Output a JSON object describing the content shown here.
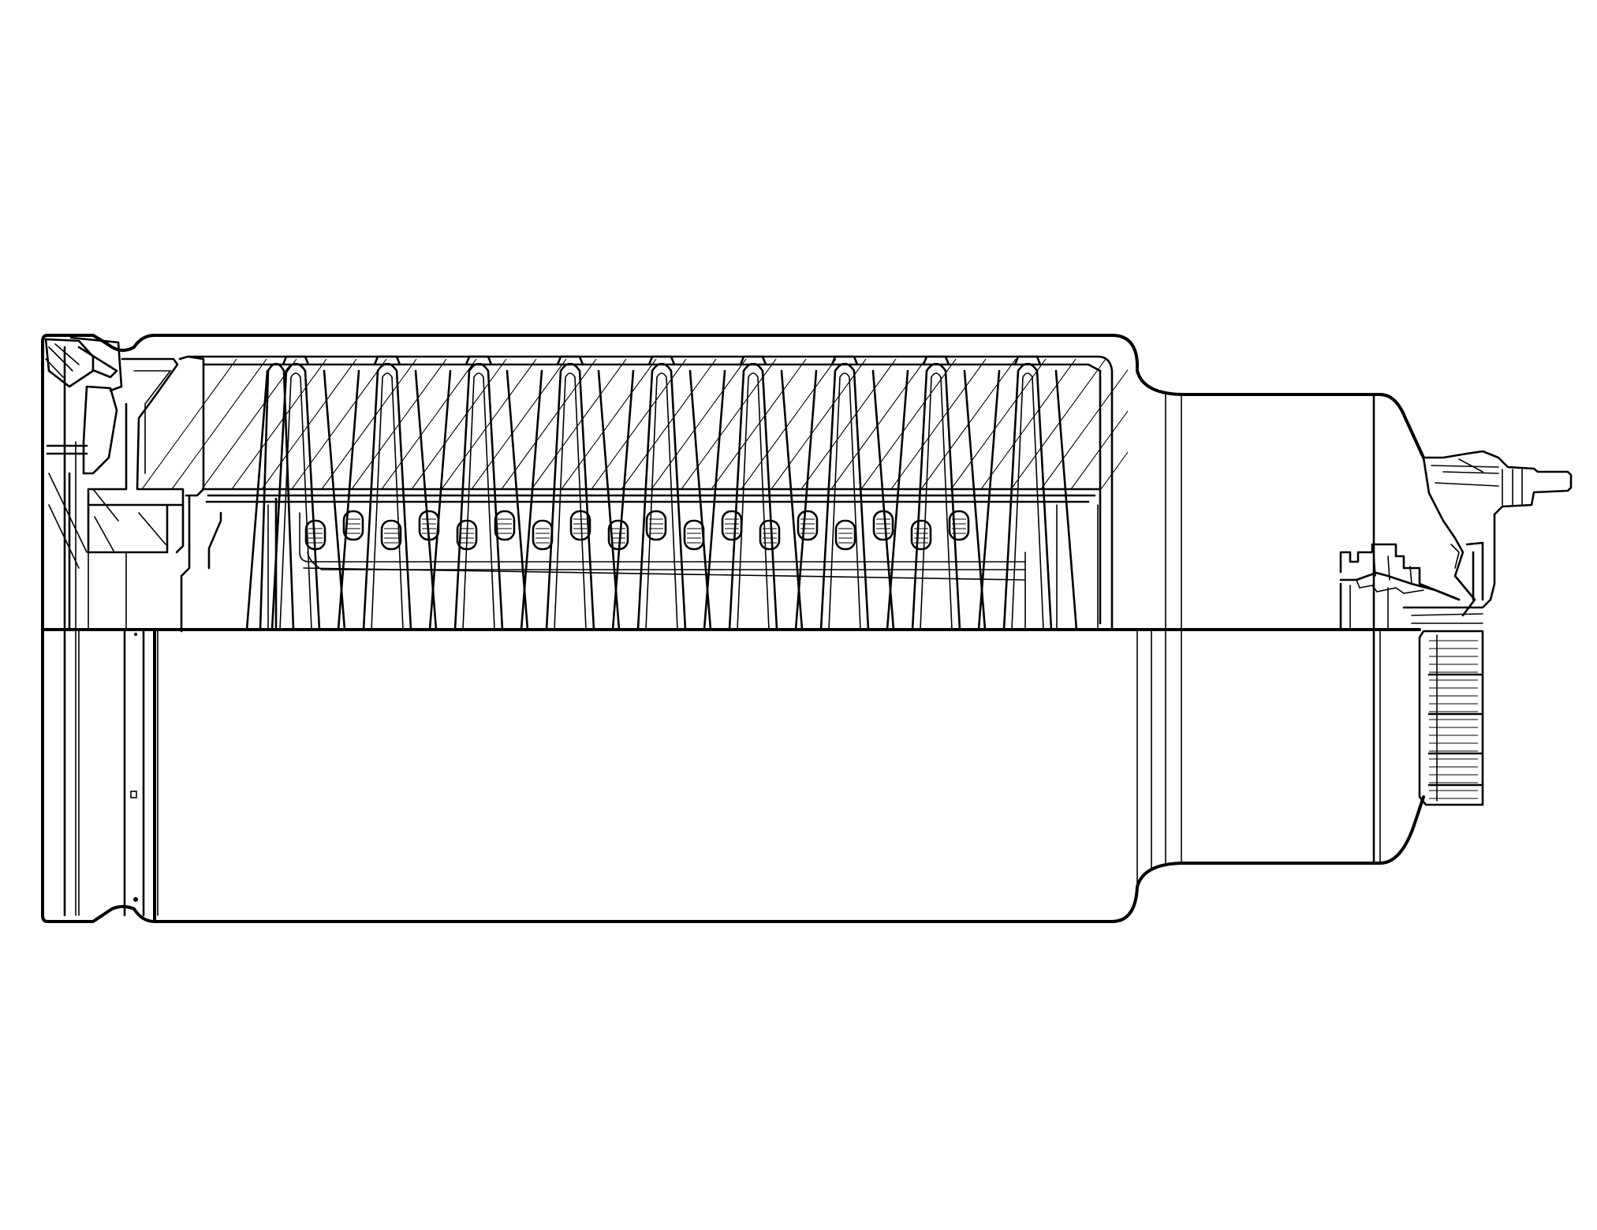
{
  "drawing": {
    "background": "#ffffff",
    "line_color": "#000000",
    "view": "half-section",
    "spring_coil_count": 9,
    "slot_count": 18
  }
}
